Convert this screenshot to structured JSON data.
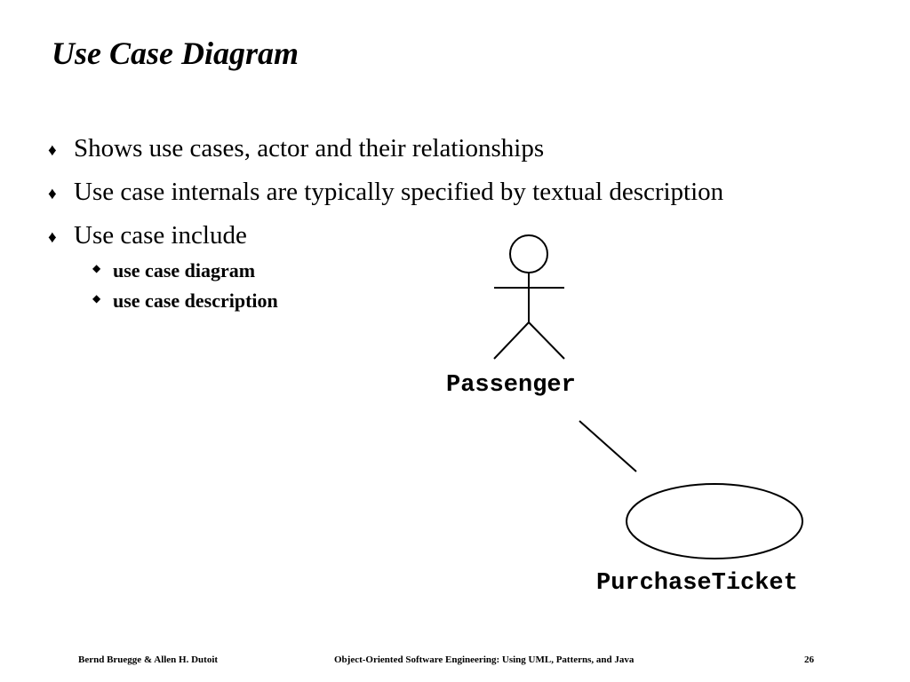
{
  "slide": {
    "title": "Use Case Diagram",
    "bullets": [
      {
        "marker": "♦",
        "text": "Shows use cases, actor and their relationships"
      },
      {
        "marker": "♦",
        "text": "Use case internals are typically specified by textual description"
      },
      {
        "marker": "♦",
        "text": "Use case include"
      }
    ],
    "subbullets": [
      {
        "marker": "◆",
        "text": "use case diagram"
      },
      {
        "marker": "◆",
        "text": "use case description"
      }
    ]
  },
  "diagram": {
    "actor": {
      "label": "Passenger",
      "icon": "stick-figure-icon"
    },
    "use_case": {
      "label": "PurchaseTicket",
      "shape": "ellipse"
    }
  },
  "footer": {
    "authors": "Bernd Bruegge & Allen H. Dutoit",
    "book": "Object-Oriented Software Engineering: Using UML, Patterns, and Java",
    "page": "26"
  }
}
